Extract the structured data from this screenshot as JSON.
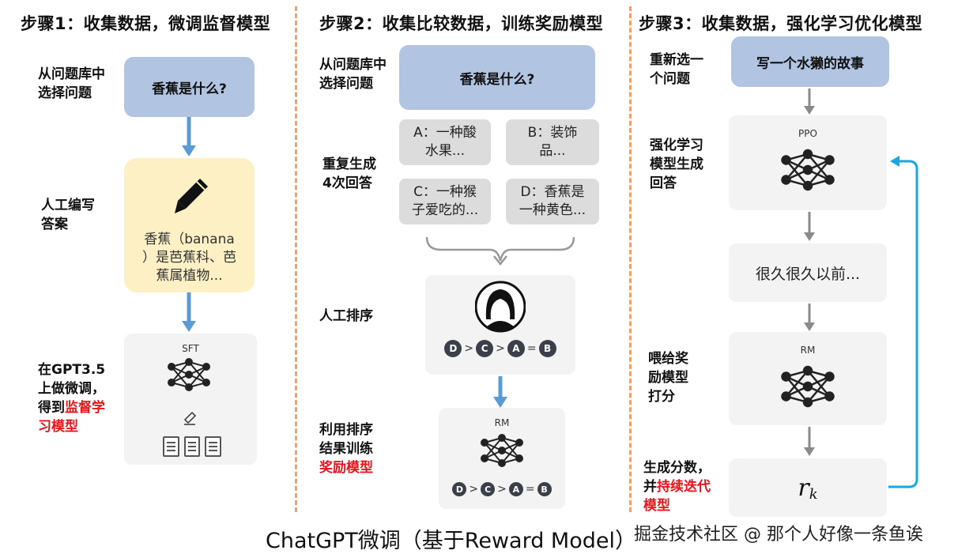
{
  "titles": {
    "step1": "步骤1：收集数据，微调监督模型",
    "step2": "步骤2：收集比较数据，训练奖励模型",
    "step3": "步骤3：收集数据，强化学习优化模型"
  },
  "step1": {
    "label_select": "从问题库中\n选择问题",
    "question": "香蕉是什么?",
    "label_write": "人工编写\n答案",
    "answer": "香蕉（banana\n）是芭蕉科、芭\n蕉属植物...",
    "label_train_a": "在GPT3.5\n上做微调，\n得到",
    "label_train_red": "监督学\n习模型",
    "model_name": "SFT"
  },
  "step2": {
    "label_select": "从问题库中\n选择问题",
    "question": "香蕉是什么?",
    "label_generate": "重复生成\n4次回答",
    "answers": [
      "A：一种酸\n水果...",
      "B：装饰\n品...",
      "C：一种猴\n子爱吃的...",
      "D：香蕉是\n一种黄色..."
    ],
    "label_rank": "人工排序",
    "ranking": [
      "D",
      ">",
      "C",
      ">",
      "A",
      "=",
      "B"
    ],
    "label_train_a": "利用排序\n结果训练\n",
    "label_train_red": "奖励模型",
    "model_name": "RM"
  },
  "step3": {
    "label_select": "重新选一\n个问题",
    "question": "写一个水獭的故事",
    "label_rl": "强化学习\n模型生成\n回答",
    "policy_name": "PPO",
    "generated": "很久很久以前...",
    "label_feed": "喂给奖\n励模型\n打分",
    "reward_name": "RM",
    "label_score_a": "生成分数，\n并",
    "label_score_red": "持续迭代\n模型",
    "score_symbol": "r",
    "score_sub": "k"
  },
  "caption": "ChatGPT微调（基于Reward Model）",
  "watermark": "掘金技术社区 @ 那个人好像一条鱼诶",
  "colors": {
    "question_box": "#b1c4e2",
    "answer_box": "#fdf0c5",
    "panel": "#f3f3f3",
    "blue_arrow": "#5b9bd5",
    "grey_arrow": "#8a8a8a",
    "cyan_arrow": "#1aa7e0",
    "highlight": "#e8141b",
    "divider": "#f2a066"
  },
  "icons": [
    "pencil-icon",
    "neural-net-icon",
    "document-icon",
    "person-avatar-icon"
  ]
}
